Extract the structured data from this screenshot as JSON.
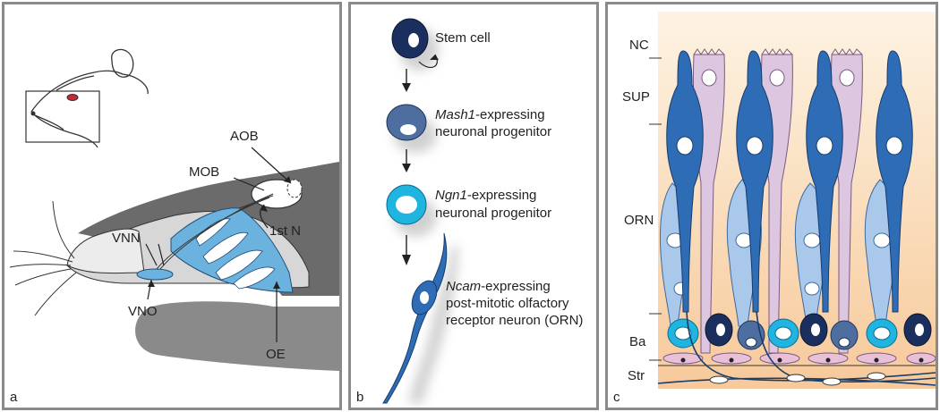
{
  "panel_a": {
    "letter": "a",
    "labels": {
      "aob": "AOB",
      "mob": "MOB",
      "first_n": "1st N",
      "vnn": "VNN",
      "vno": "VNO",
      "oe": "OE"
    }
  },
  "panel_b": {
    "letter": "b",
    "stages": [
      {
        "line1_italic": "",
        "line1_rest": "Stem cell",
        "line2": ""
      },
      {
        "line1_italic": "Mash1",
        "line1_rest": "-expressing",
        "line2": "neuronal progenitor"
      },
      {
        "line1_italic": "Ngn1",
        "line1_rest": "-expressing",
        "line2": "neuronal progenitor"
      },
      {
        "line1_italic": "Ncam",
        "line1_rest": "-expressing",
        "line2": "post-mitotic olfactory",
        "line3": "receptor neuron (ORN)"
      }
    ]
  },
  "panel_c": {
    "letter": "c",
    "layers": {
      "nc": "NC",
      "sup": "SUP",
      "orn": "ORN",
      "ba": "Ba",
      "str": "Str"
    }
  },
  "colors": {
    "stem": "#1b2f5e",
    "mash1": "#4d6e9e",
    "ngn1": "#20b4e0",
    "orn_mature": "#2e6db5",
    "orn_immature": "#a9c8ea",
    "sustentacular": "#dcc6e0",
    "epithelium_bg": "#fce9cf",
    "oe_blue": "#6cb2de",
    "dark_gray": "#6b6b6b",
    "light_gray": "#d7d7d7"
  }
}
